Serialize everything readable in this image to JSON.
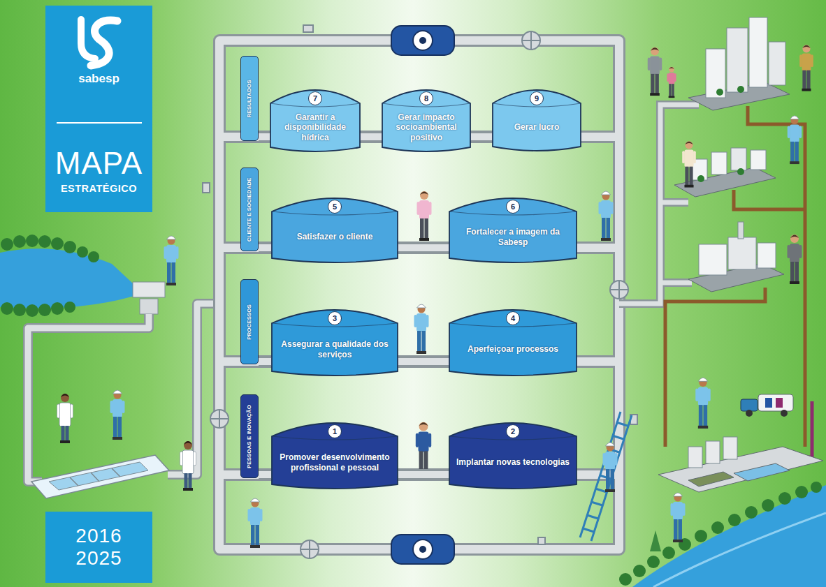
{
  "diagram": {
    "nodes": [
      {
        "text": [
          "sabesp",
          "MAPA",
          "ESTRATÉGICO"
        ]
      },
      {
        "text": [
          "RESULTADOS"
        ]
      },
      {
        "text": [
          "7",
          "Garantir a disponibilidade hídrica"
        ]
      },
      {
        "text": [
          "8",
          "Gerar impacto socioambiental positivo"
        ]
      },
      {
        "text": [
          "9",
          "Gerar lucro"
        ]
      },
      {
        "text": [
          "CLIENTE E SOCIEDADE"
        ]
      },
      {
        "text": [
          "5",
          "Satisfazer o cliente"
        ]
      },
      {
        "text": [
          "6",
          "Fortalecer a imagem da Sabesp"
        ]
      },
      {
        "text": [
          "PROCESSOS"
        ]
      },
      {
        "text": [
          "3",
          "Assegurar a qualidade dos serviços"
        ]
      },
      {
        "text": [
          "4",
          "Aperfeiçoar processos"
        ]
      },
      {
        "text": [
          "PESSOAS E INOVAÇÃO"
        ]
      },
      {
        "text": [
          "1",
          "Promover desenvolvimento profissional e pessoal"
        ]
      },
      {
        "text": [
          "2",
          "Implantar novas tecnologias"
        ]
      },
      {
        "text": [
          "2016",
          "2025"
        ]
      }
    ],
    "edges": [
      {
        "from": 1,
        "to": 2,
        "arrow": "none"
      },
      {
        "from": 2,
        "to": 3,
        "arrow": "none"
      },
      {
        "from": 3,
        "to": 4,
        "arrow": "none"
      },
      {
        "from": 5,
        "to": 6,
        "arrow": "none"
      },
      {
        "from": 6,
        "to": 7,
        "arrow": "none"
      },
      {
        "from": 8,
        "to": 9,
        "arrow": "none"
      },
      {
        "from": 9,
        "to": 10,
        "arrow": "none"
      },
      {
        "from": 11,
        "to": 12,
        "arrow": "none"
      },
      {
        "from": 12,
        "to": 13,
        "arrow": "none"
      }
    ]
  }
}
